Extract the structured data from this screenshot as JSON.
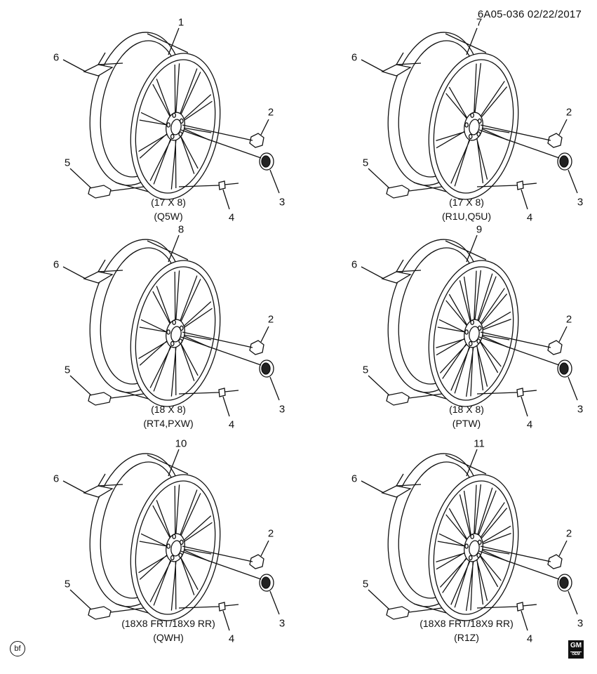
{
  "header": {
    "doc_id": "6A05-036",
    "date": "02/22/2017"
  },
  "panels": [
    {
      "wheel_callout": "1",
      "size": "(17 X 8)",
      "code": "(Q5W)",
      "callouts": {
        "sticker": "6",
        "nut": "2",
        "cap": "3",
        "valve": "4",
        "sensor": "5"
      }
    },
    {
      "wheel_callout": "7",
      "size": "(17 X 8)",
      "code": "(R1U,Q5U)",
      "callouts": {
        "sticker": "6",
        "nut": "2",
        "cap": "3",
        "valve": "4",
        "sensor": "5"
      }
    },
    {
      "wheel_callout": "8",
      "size": "(18 X 8)",
      "code": "(RT4,PXW)",
      "callouts": {
        "sticker": "6",
        "nut": "2",
        "cap": "3",
        "valve": "4",
        "sensor": "5"
      }
    },
    {
      "wheel_callout": "9",
      "size": "(18 X 8)",
      "code": "(PTW)",
      "callouts": {
        "sticker": "6",
        "nut": "2",
        "cap": "3",
        "valve": "4",
        "sensor": "5"
      }
    },
    {
      "wheel_callout": "10",
      "size": "(18X8 FRT/18X9 RR)",
      "code": "(QWH)",
      "callouts": {
        "sticker": "6",
        "nut": "2",
        "cap": "3",
        "valve": "4",
        "sensor": "5"
      }
    },
    {
      "wheel_callout": "11",
      "size": "(18X8 FRT/18X9 RR)",
      "code": "(R1Z)",
      "callouts": {
        "sticker": "6",
        "nut": "2",
        "cap": "3",
        "valve": "4",
        "sensor": "5"
      }
    }
  ],
  "footer": {
    "bf_mark": "bf",
    "gm_logo": "GM",
    "gm_sub": "OEM"
  },
  "spoke_counts": [
    10,
    7,
    10,
    14,
    10,
    14
  ]
}
